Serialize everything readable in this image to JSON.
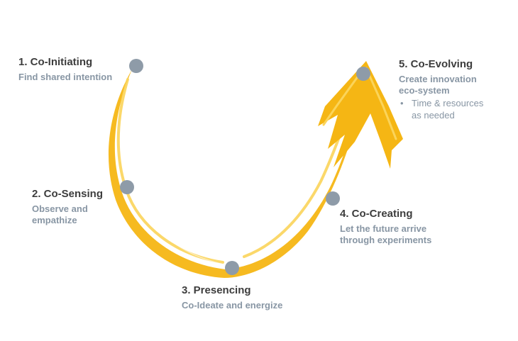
{
  "colors": {
    "arrow": "#f5b614",
    "arrow_light": "#fbd45a",
    "node": "#8e9ba8",
    "title": "#3d3d3d",
    "description": "#8896a4"
  },
  "stages": [
    {
      "title": "1. Co-Initiating",
      "description_lines": [
        "Find shared intention"
      ]
    },
    {
      "title": "2. Co-Sensing",
      "description_lines": [
        "Observe and",
        "empathize"
      ]
    },
    {
      "title": "3. Presencing",
      "description_lines": [
        "Co-Ideate and energize"
      ]
    },
    {
      "title": "4. Co-Creating",
      "description_lines": [
        "Let the future arrive",
        "through experiments"
      ]
    },
    {
      "title": "5. Co-Evolving",
      "description_lines": [
        "Create innovation",
        "eco-system"
      ],
      "bullet": {
        "symbol": "•",
        "lines": [
          "Time & resources",
          "as needed"
        ]
      }
    }
  ]
}
